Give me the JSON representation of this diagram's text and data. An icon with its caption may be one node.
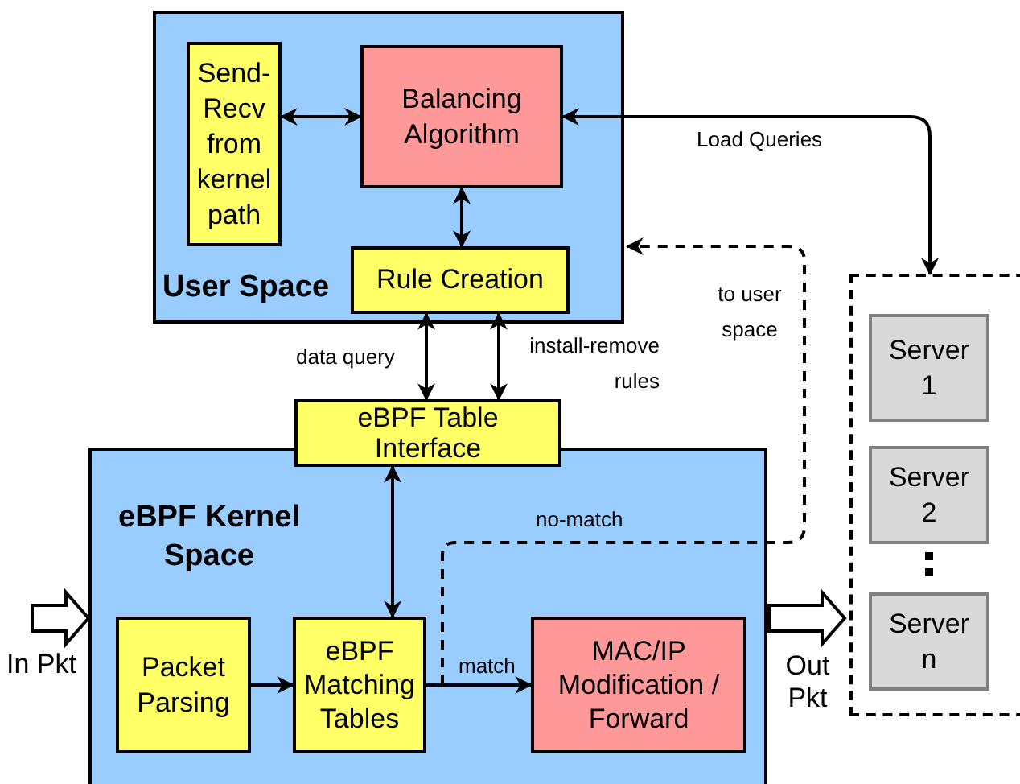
{
  "diagram": {
    "nodes": [
      {
        "text": [
          "User Space"
        ]
      },
      {
        "text": [
          "Send-Recv from kernel path"
        ],
        "in": 0
      },
      {
        "text": [
          "Balancing Algorithm"
        ],
        "in": 0
      },
      {
        "text": [
          "Rule Creation"
        ],
        "in": 0
      },
      {
        "text": [
          "eBPF Table Interface"
        ]
      },
      {
        "text": [
          "eBPF Kernel Space"
        ]
      },
      {
        "text": [
          "Packet Parsing"
        ],
        "in": 5
      },
      {
        "text": [
          "eBPF Matching Tables"
        ],
        "in": 5
      },
      {
        "text": [
          "MAC/IP Modification / Forward"
        ],
        "in": 5
      },
      {
        "text": [],
        "shape": "box"
      },
      {
        "text": [
          "Server 1"
        ],
        "in": 9
      },
      {
        "text": [
          "Server 2"
        ],
        "in": 9
      },
      {
        "text": [
          "Server n"
        ],
        "in": 9
      }
    ],
    "edges": [
      {
        "from": 1,
        "to": 2,
        "arrow": "both"
      },
      {
        "from": 2,
        "to": 3,
        "arrow": "both"
      },
      {
        "from": 2,
        "to": 9,
        "arrow": "both",
        "label": "Load Queries"
      },
      {
        "from": 3,
        "to": 4,
        "arrow": "both",
        "label": "data query"
      },
      {
        "from": 3,
        "to": 4,
        "arrow": "both",
        "label": "install-remove rules"
      },
      {
        "from": 4,
        "to": 7,
        "arrow": "both"
      },
      {
        "from": 6,
        "to": 7,
        "arrow": "to"
      },
      {
        "from": 7,
        "to": 8,
        "arrow": "to",
        "label": "match"
      },
      {
        "from": 7,
        "to": 0,
        "arrow": "to",
        "label": "no-match",
        "style": "dashed"
      },
      {
        "from": null,
        "to": 5,
        "arrow": "to",
        "style": "thick"
      },
      {
        "from": 5,
        "to": 9,
        "arrow": "to",
        "style": "thick"
      }
    ],
    "labels": [
      "to user space",
      "In Pkt",
      "Out Pkt"
    ]
  }
}
